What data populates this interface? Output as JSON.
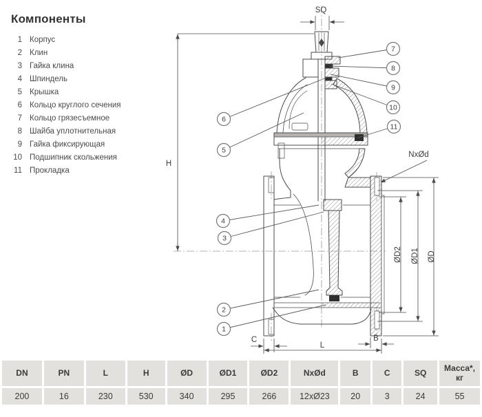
{
  "colors": {
    "line": "#4a4a4a",
    "centerline": "#9a9a9a",
    "dark_fill": "#2f2f2f",
    "flange_band": "#b5b2af",
    "table_cell_bg": "#e3e1de",
    "text": "#3b3b3b"
  },
  "components": {
    "title": "Компоненты",
    "items": [
      {
        "num": "1",
        "label": "Корпус"
      },
      {
        "num": "2",
        "label": "Клин"
      },
      {
        "num": "3",
        "label": "Гайка клина"
      },
      {
        "num": "4",
        "label": "Шпиндель"
      },
      {
        "num": "5",
        "label": "Крышка"
      },
      {
        "num": "6",
        "label": "Кольцо круглого сечения"
      },
      {
        "num": "7",
        "label": "Кольцо грязесъемное"
      },
      {
        "num": "8",
        "label": "Шайба уплотнительная"
      },
      {
        "num": "9",
        "label": "Гайка фиксирующая"
      },
      {
        "num": "10",
        "label": "Подшипник скольжения"
      },
      {
        "num": "11",
        "label": "Прокладка"
      }
    ]
  },
  "drawing": {
    "dim_labels": {
      "sq": "SQ",
      "h": "H",
      "nxod": "NxØd",
      "od": "ØD",
      "od1": "ØD1",
      "od2": "ØD2",
      "c": "C",
      "l": "L",
      "b": "B"
    },
    "callouts": [
      "1",
      "2",
      "3",
      "4",
      "5",
      "6",
      "7",
      "8",
      "9",
      "10",
      "11"
    ]
  },
  "table": {
    "headers": [
      "DN",
      "PN",
      "L",
      "H",
      "ØD",
      "ØD1",
      "ØD2",
      "NxØd",
      "B",
      "C",
      "SQ",
      "Масса*, кг"
    ],
    "values": [
      "200",
      "16",
      "230",
      "530",
      "340",
      "295",
      "266",
      "12xØ23",
      "20",
      "3",
      "24",
      "55"
    ]
  }
}
